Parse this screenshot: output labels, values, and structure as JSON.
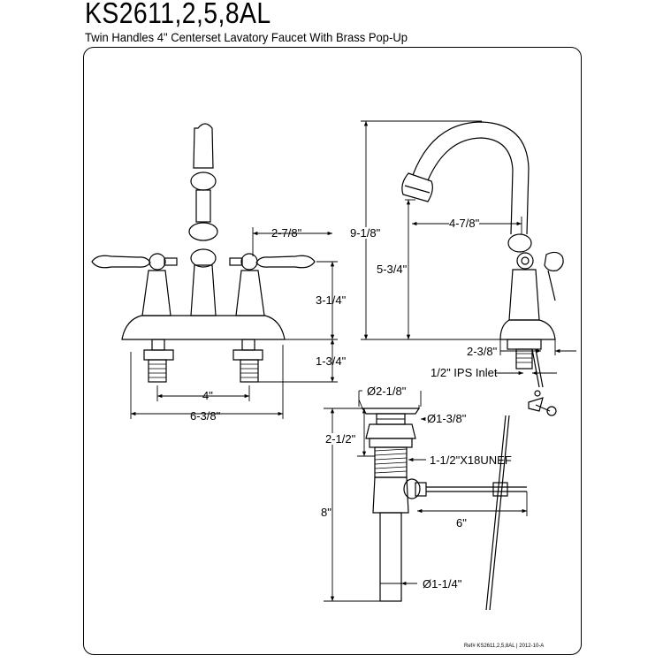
{
  "title": "KS2611,2,5,8AL",
  "subtitle": "Twin Handles 4\" Centerset Lavatory Faucet With Brass Pop-Up",
  "dimensions": {
    "d_2_7_8": "2-7/8\"",
    "d_3_1_4": "3-1/4\"",
    "d_1_3_4": "1-3/4\"",
    "d_4": "4\"",
    "d_6_3_8": "6-3/8\"",
    "d_9_1_8": "9-1/8\"",
    "d_4_7_8": "4-7/8\"",
    "d_5_3_4": "5-3/4\"",
    "d_2_3_8": "2-3/8\"",
    "inlet": "1/2\" IPS Inlet",
    "dia_2_1_8": "Ø2-1/8\"",
    "dia_1_3_8": "Ø1-3/8\"",
    "d_2_1_2": "2-1/2\"",
    "thread": "1-1/2\"X18UNEF",
    "d_8": "8\"",
    "d_6": "6\"",
    "dia_1_1_4": "Ø1-1/4\""
  },
  "reference": "Ref# KS2611,2,5,8AL | 2012-10-A"
}
